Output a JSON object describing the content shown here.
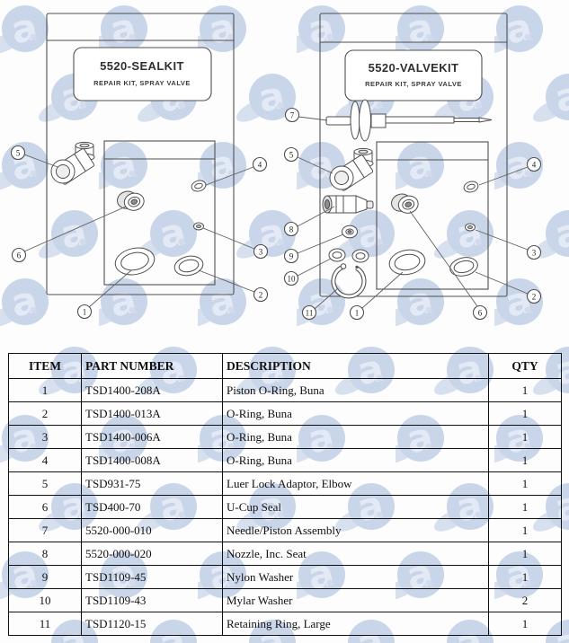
{
  "watermark": {
    "letter": "a"
  },
  "diagrams": [
    {
      "name": "seal-kit",
      "title": "5520-SEALKIT",
      "subtitle": "REPAIR KIT, SPRAY VALVE",
      "callouts": [
        "5",
        "6",
        "1",
        "2",
        "3",
        "4"
      ]
    },
    {
      "name": "valve-kit",
      "title": "5520-VALVEKIT",
      "subtitle": "REPAIR KIT, SPRAY VALVE",
      "callouts": [
        "7",
        "5",
        "8",
        "9",
        "10",
        "11",
        "1",
        "6",
        "2",
        "3",
        "4"
      ]
    }
  ],
  "table": {
    "headers": [
      "ITEM",
      "PART NUMBER",
      "DESCRIPTION",
      "QTY"
    ],
    "rows": [
      [
        "1",
        "TSD1400-208A",
        "Piston O-Ring, Buna",
        "1"
      ],
      [
        "2",
        "TSD1400-013A",
        "O-Ring, Buna",
        "1"
      ],
      [
        "3",
        "TSD1400-006A",
        "O-Ring, Buna",
        "1"
      ],
      [
        "4",
        "TSD1400-008A",
        "O-Ring, Buna",
        "1"
      ],
      [
        "5",
        "TSD931-75",
        "Luer Lock Adaptor, Elbow",
        "1"
      ],
      [
        "6",
        "TSD400-70",
        "U-Cup Seal",
        "1"
      ],
      [
        "7",
        "5520-000-010",
        "Needle/Piston Assembly",
        "1"
      ],
      [
        "8",
        "5520-000-020",
        "Nozzle, Inc. Seat",
        "1"
      ],
      [
        "9",
        "TSD1109-45",
        "Nylon Washer",
        "1"
      ],
      [
        "10",
        "TSD1109-43",
        "Mylar Washer",
        "2"
      ],
      [
        "11",
        "TSD1120-15",
        "Retaining Ring, Large",
        "1"
      ]
    ]
  }
}
